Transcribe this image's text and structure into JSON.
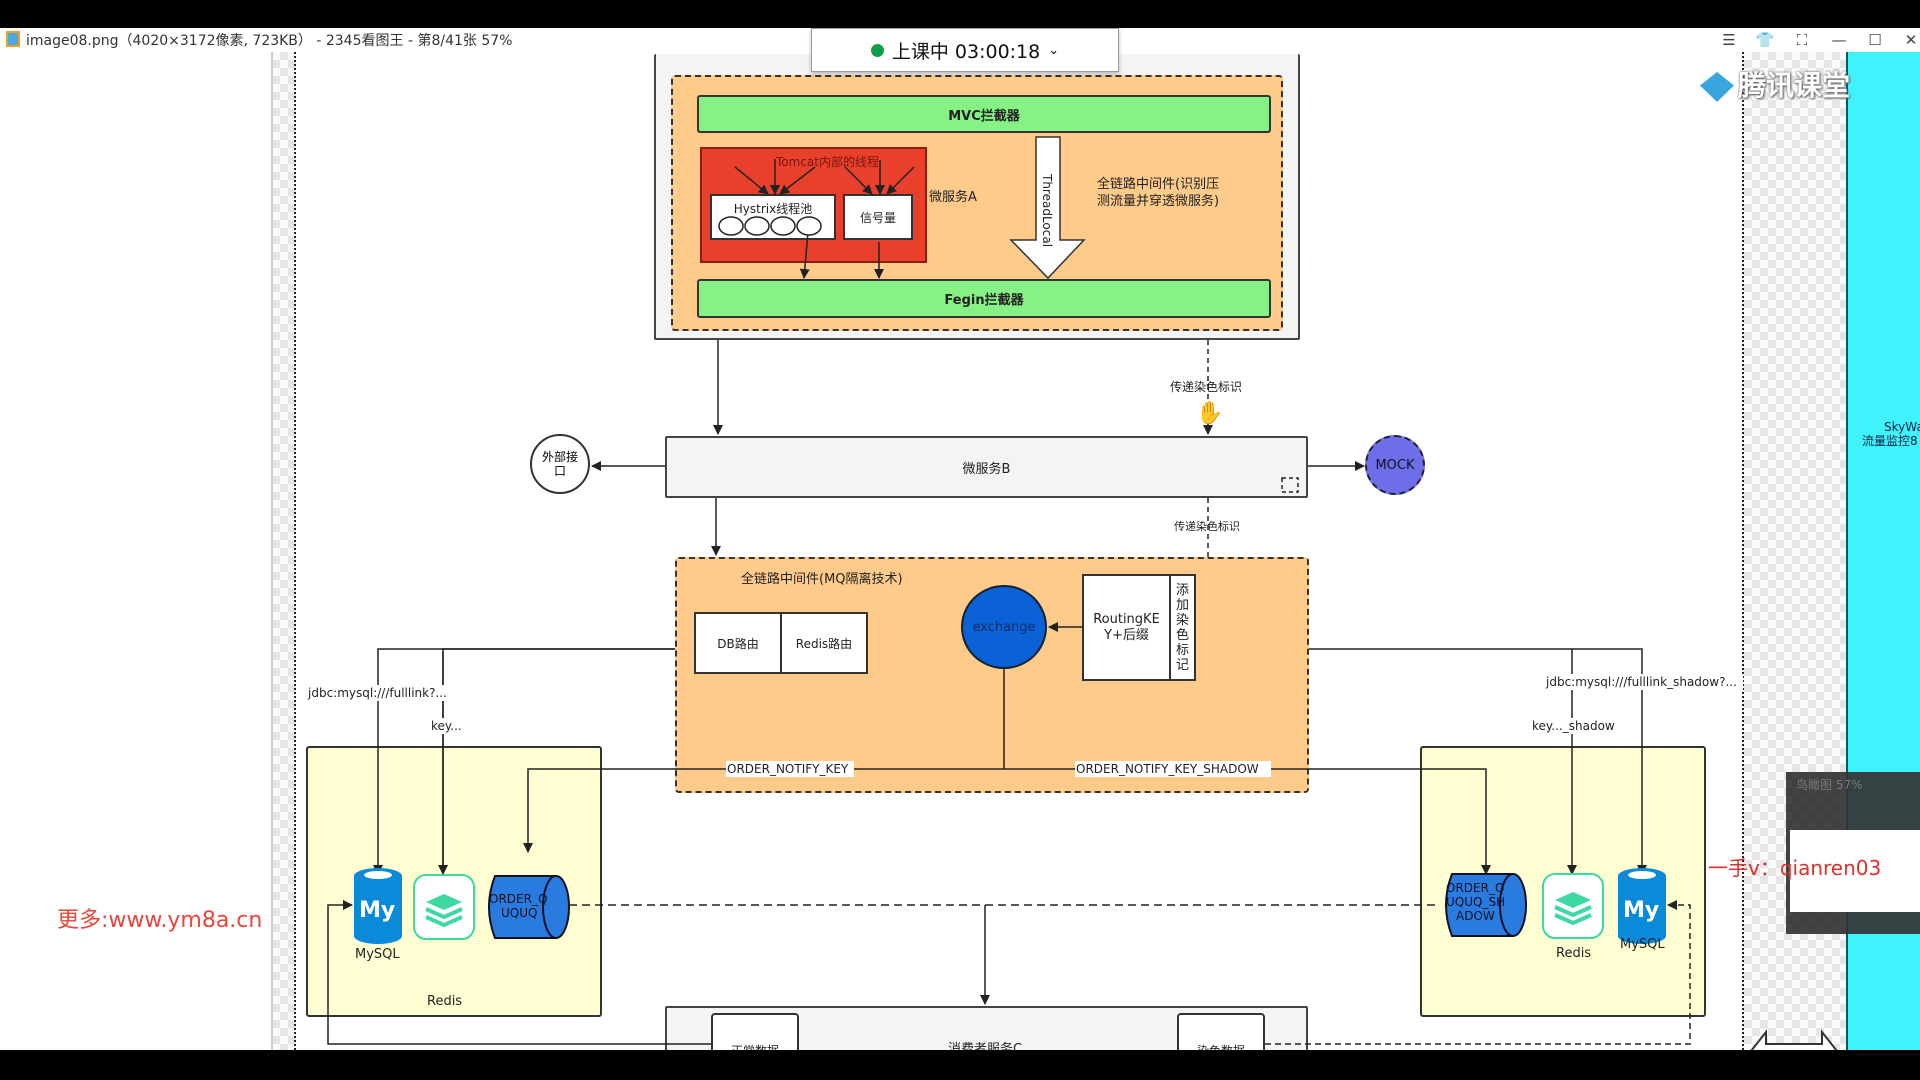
{
  "window": {
    "title": "image08.png（4020×3172像素, 723KB） - 2345看图王 - 第8/41张 57%",
    "controls": [
      "menu-icon",
      "skin-icon",
      "fullscreen-icon",
      "minimize-icon",
      "maximize-icon",
      "close-icon"
    ]
  },
  "live_status": {
    "label": "上课中 03:00:18",
    "status_color": "#10a04a"
  },
  "brand_overlay": "腾讯课堂",
  "watermarks": {
    "left": "更多:www.ym8a.cn",
    "right": "一手v：qianren03"
  },
  "side_panel": {
    "line1": "SkyWa",
    "line2": "流量监控8"
  },
  "thumbnail": {
    "title": "鸟瞰图 57%"
  },
  "diagram": {
    "top_section": {
      "mvc_interceptor": "MVC拦截器",
      "fegin_interceptor": "Fegin拦截器",
      "tomcat_threads": "Tomcat内部的线程",
      "hystrix_pool": "Hystrix线程池",
      "semaphore": "信号量",
      "microservice_a": "微服务A",
      "threadlocal": "ThreadLocal",
      "middleware_note": [
        "全链路中间件(识别压",
        "测流量并穿透微服务)"
      ]
    },
    "pass_tag_label_1": "传递染色标识",
    "pass_tag_label_2": "传递染色标识",
    "external_api": [
      "外部接",
      "口"
    ],
    "microservice_b": "微服务B",
    "mock": "MOCK",
    "mq_section": {
      "title": "全链路中间件(MQ隔离技术)",
      "db_route": "DB路由",
      "redis_route": "Redis路由",
      "exchange": "exchange",
      "routing_key": [
        "RoutingKE",
        "Y+后缀"
      ],
      "add_tag": [
        "添",
        "加",
        "染",
        "色",
        "标",
        "记"
      ]
    },
    "left_store": {
      "jdbc_label": "jdbc:mysql:///fulllink?...",
      "key_label": "key...",
      "mysql": "MySQL",
      "redis": "Redis",
      "queue": [
        "ORDER_Q",
        "UQUQ"
      ]
    },
    "right_store": {
      "jdbc_label": "jdbc:mysql:///fulllink_shadow?...",
      "key_label": "key..._shadow",
      "mysql": "MySQL",
      "redis": "Redis",
      "queue": [
        "ORDER_Q",
        "UQUQ_SH",
        "ADOW"
      ]
    },
    "routing_keys": {
      "normal": "ORDER_NOTIFY_KEY",
      "shadow": "ORDER_NOTIFY_KEY_SHADOW"
    },
    "consumer": {
      "title": "消费者服务C",
      "normal_data": "正常数据",
      "tagged_data": "染色数据"
    },
    "colors": {
      "orange_fill": "#fecb8a",
      "green_fill": "#86f185",
      "red_fill": "#e8402a",
      "exchange_fill": "#0b62d6",
      "mock_fill": "#6d6ee8",
      "yellow_fill": "#fefed2",
      "mysql_blue": "#0a8ad8",
      "redis_green": "#3ed9a0"
    }
  }
}
